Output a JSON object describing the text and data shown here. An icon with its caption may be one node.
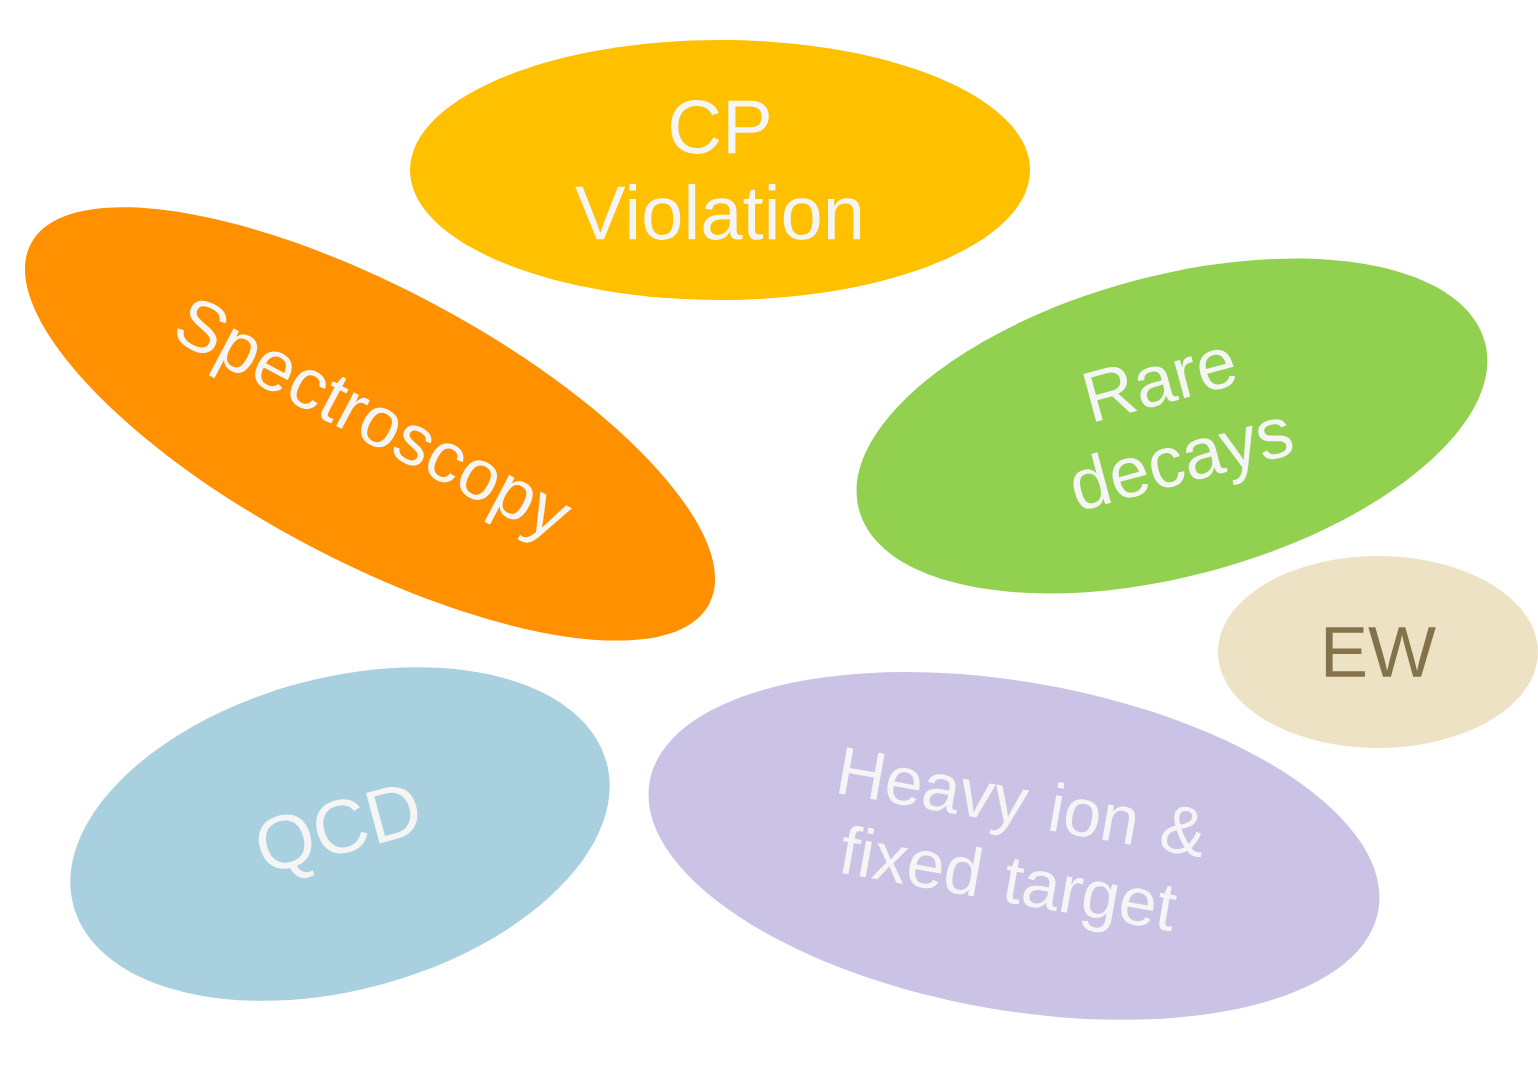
{
  "diagram": {
    "nodes": [
      {
        "text": [
          "CP Violation"
        ]
      },
      {
        "text": [
          "Spectroscopy"
        ]
      },
      {
        "text": [
          "Rare decays"
        ]
      },
      {
        "text": [
          "EW"
        ]
      },
      {
        "text": [
          "QCD"
        ]
      },
      {
        "text": [
          "Heavy ion & fixed target"
        ]
      }
    ]
  }
}
